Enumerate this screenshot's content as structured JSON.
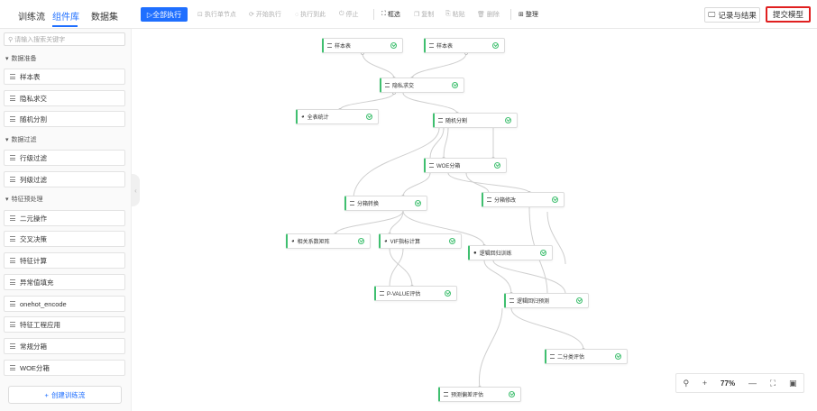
{
  "tabs": [
    {
      "label": "训练流"
    },
    {
      "label": "组件库"
    },
    {
      "label": "数据集"
    }
  ],
  "toolbar": {
    "run_all": "全部执行",
    "run_single": "执行单节点",
    "run_from": "开始执行",
    "run_to": "执行到此",
    "stop": "停止",
    "select": "框选",
    "copy": "复制",
    "paste": "粘贴",
    "delete": "删除",
    "arrange": "整理",
    "records": "记录与结果",
    "submit": "提交模型"
  },
  "sidebar": {
    "search_placeholder": "请输入搜索关键字",
    "categories": [
      {
        "label": "数据准备",
        "items": [
          "样本表",
          "隐私求交",
          "随机分割"
        ]
      },
      {
        "label": "数据过滤",
        "items": [
          "行级过滤",
          "列级过滤"
        ]
      },
      {
        "label": "特征预处理",
        "items": [
          "二元操作",
          "交叉决策",
          "特征计算",
          "异常值填充",
          "onehot_encode",
          "特征工程应用",
          "常规分箱",
          "WOE分箱"
        ]
      }
    ],
    "create_label": "创建训练流"
  },
  "nodes": {
    "n1": "样本表",
    "n2": "样本表",
    "n3": "隐私求交",
    "n4": "全表统计",
    "n5": "随机分割",
    "n6": "WOE分箱",
    "n7": "分箱转换",
    "n8": "分箱修改",
    "n9": "相关系数矩阵",
    "n10": "VIF指标计算",
    "n11": "逻辑回归训练",
    "n12": "P-VALUE评估",
    "n13": "逻辑回归预测",
    "n14": "二分类评估",
    "n15": "预测偏差评估"
  },
  "zoom": {
    "value": "77%"
  },
  "colors": {
    "accent": "#1f6fff",
    "node_status": "#3fbf6f",
    "highlight": "#e02020"
  }
}
